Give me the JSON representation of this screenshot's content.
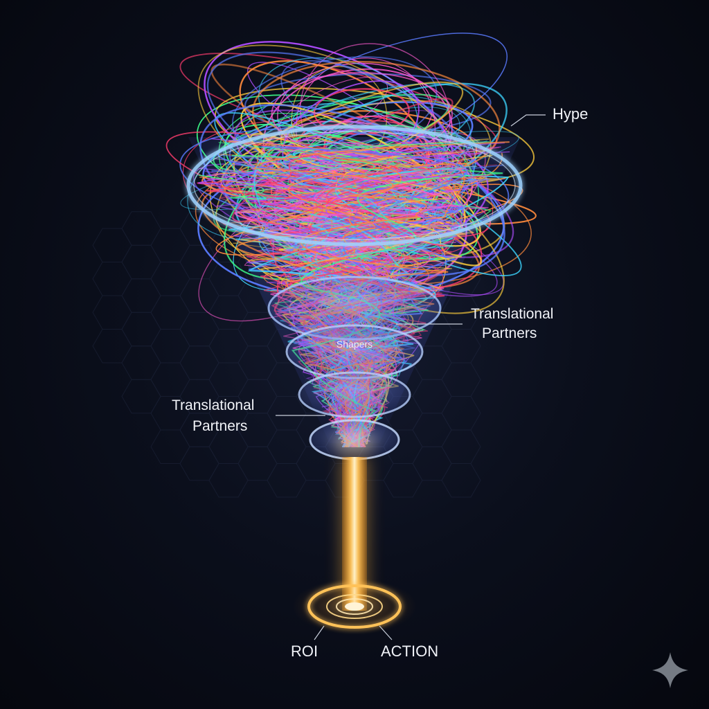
{
  "labels": {
    "hype": "Hype",
    "translational_upper_line1": "Translational",
    "translational_upper_line2": "Partners",
    "shapers": "Shapers",
    "translational_lower_line1": "Translational",
    "translational_lower_line2": "Partners",
    "roi": "ROI",
    "action": "ACTION"
  },
  "icons": {
    "corner": "sparkle-icon"
  },
  "colors": {
    "background": "#070a14",
    "funnel_rim": "#9fd3ff",
    "beam": "#ffb640",
    "thread_palette": [
      "#ff3d6e",
      "#ffcf3d",
      "#3dff8a",
      "#3dd6ff",
      "#b04dff",
      "#ff8a3d",
      "#ff5ad1",
      "#5a7bff"
    ]
  }
}
